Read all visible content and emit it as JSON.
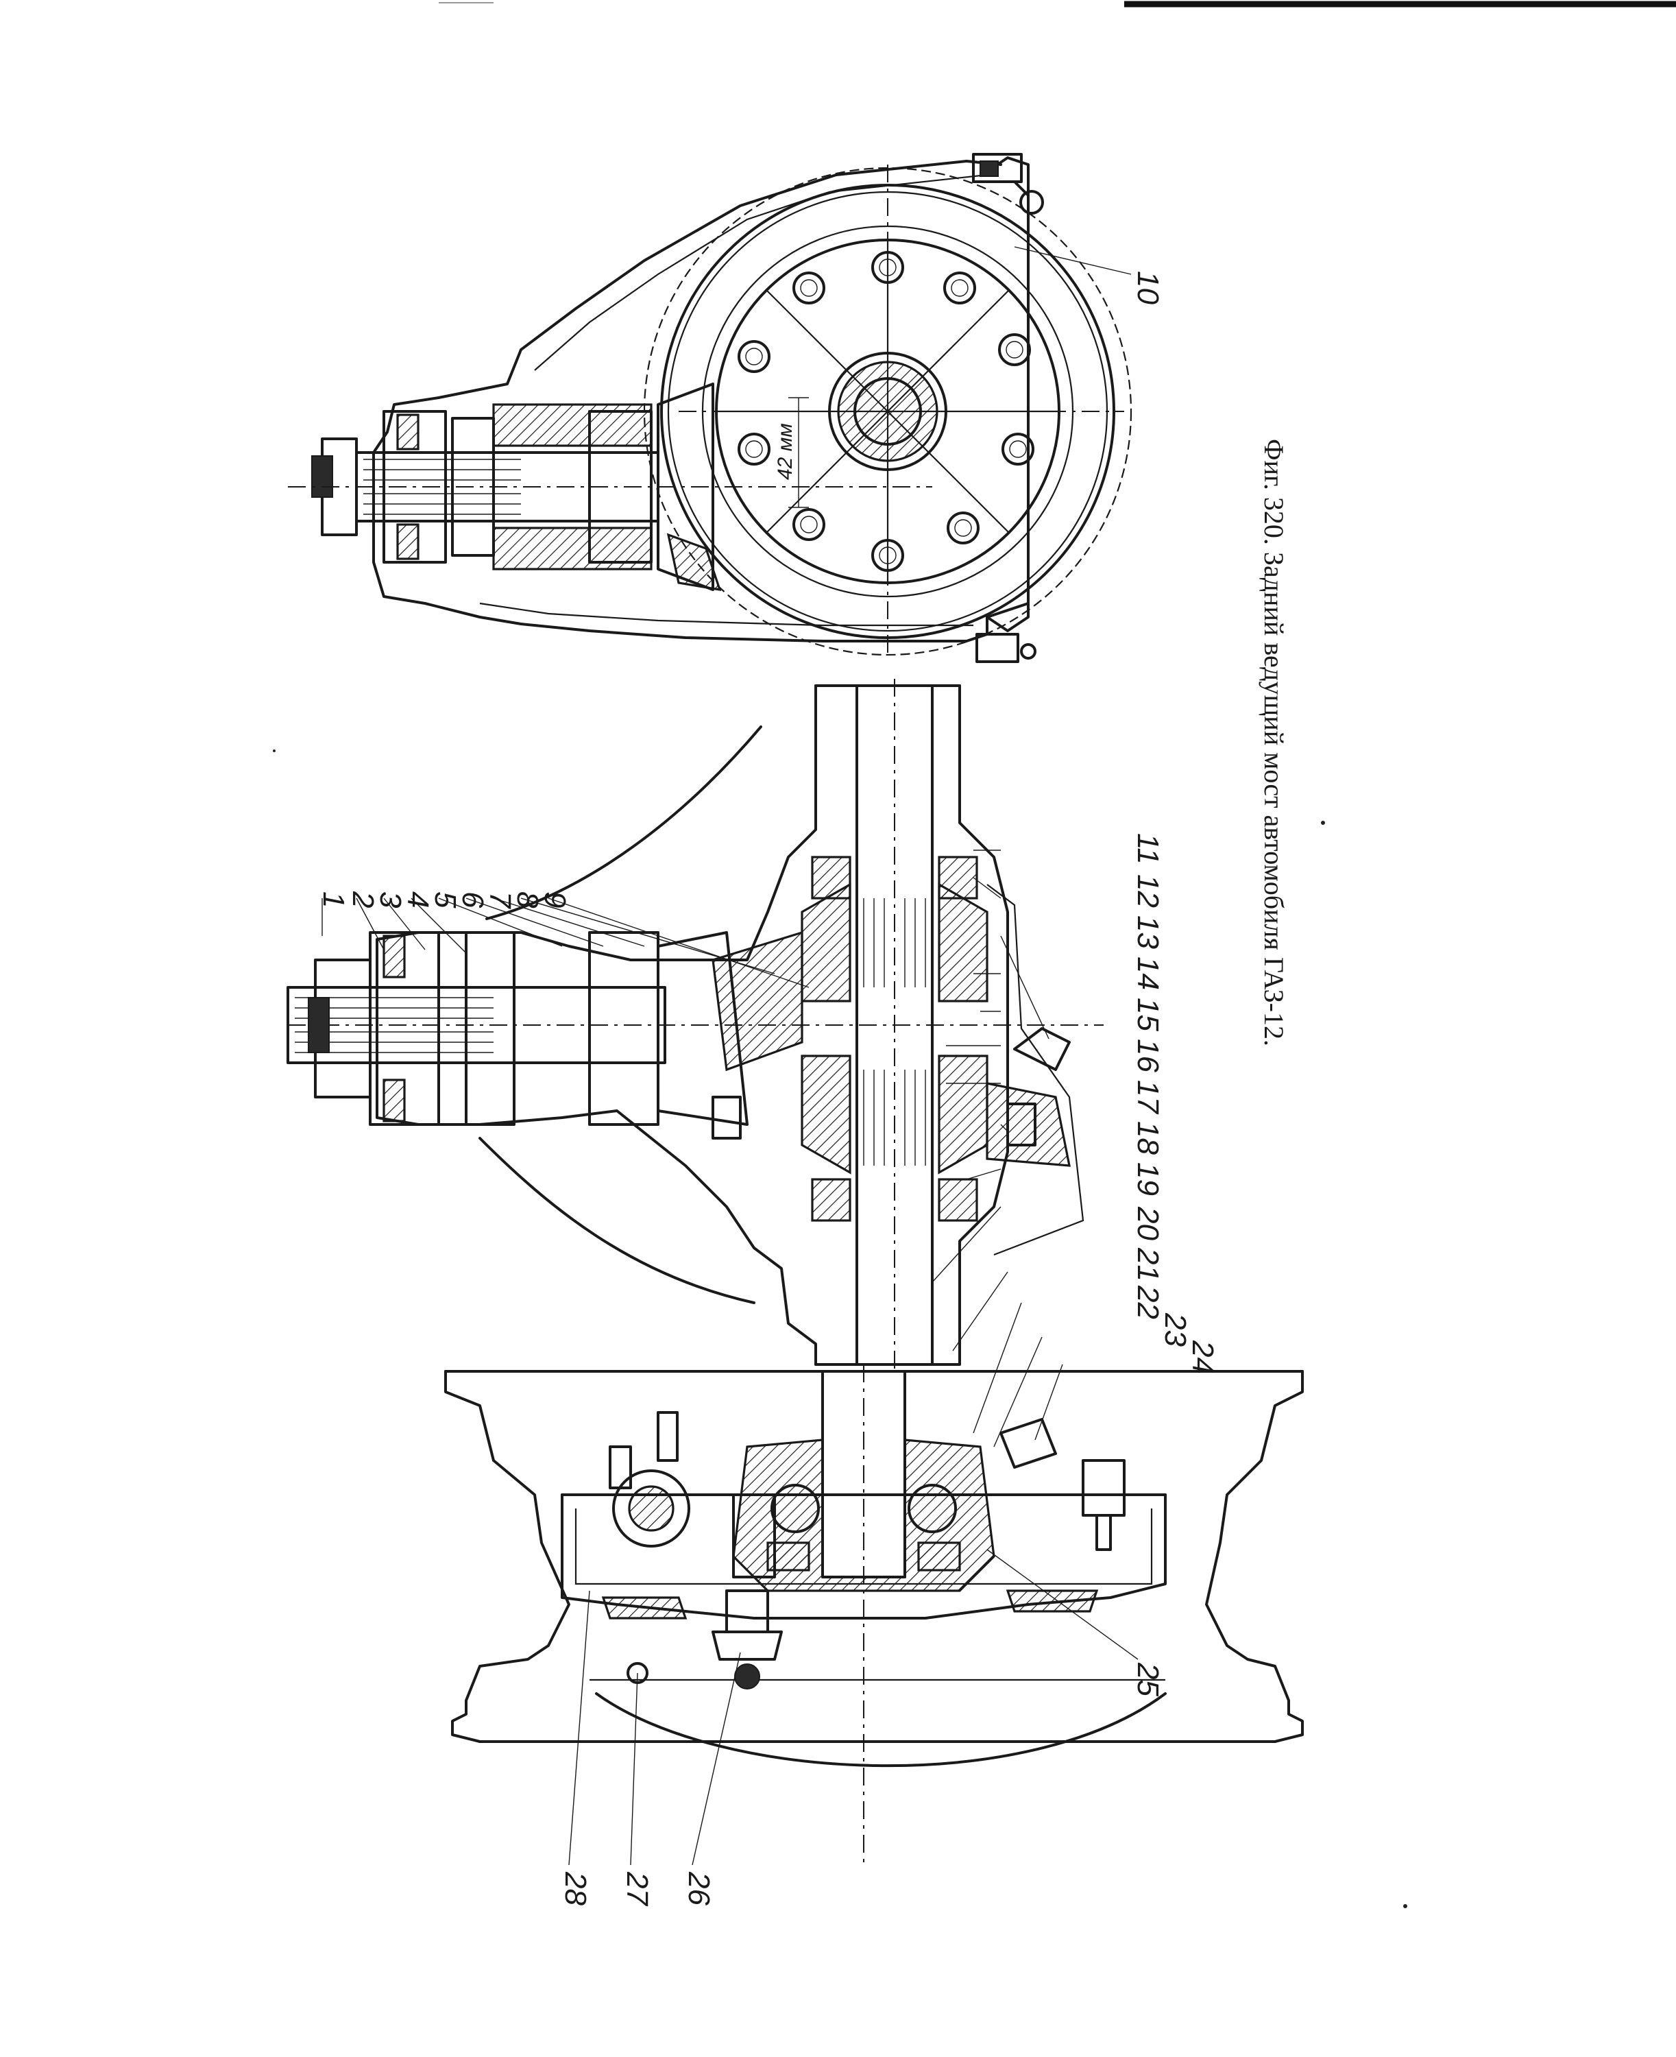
{
  "caption": "Фиг. 320. Задний ведущий мост автомобиля ГАЗ-12.",
  "dimension_label": "42 мм",
  "callout_labels": [
    "1",
    "2",
    "3",
    "4",
    "5",
    "6",
    "7",
    "8",
    "9",
    "10",
    "11",
    "12",
    "13",
    "14",
    "15",
    "16",
    "17",
    "18",
    "19",
    "20",
    "21",
    "22",
    "23",
    "24",
    "25",
    "26",
    "27",
    "28"
  ]
}
